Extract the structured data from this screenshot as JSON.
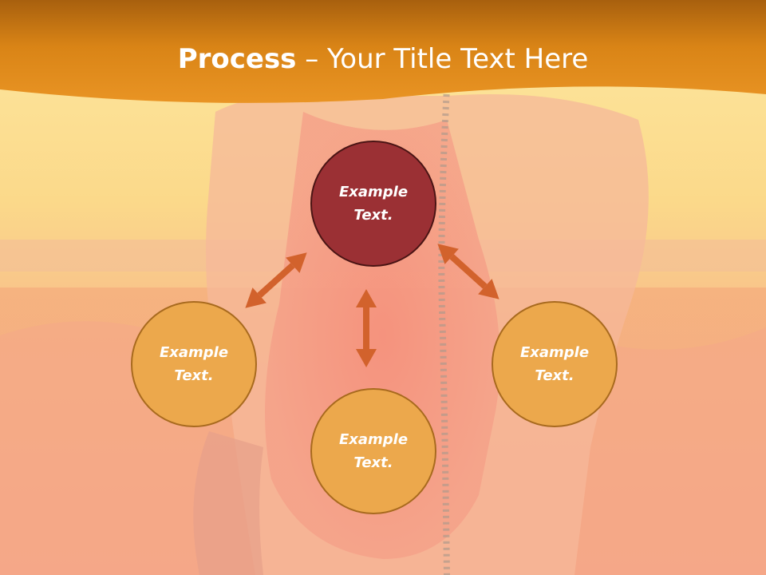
{
  "slide": {
    "title_bold": "Process",
    "title_rest": " – Your Title Text Here"
  },
  "diagram": {
    "nodes": {
      "top": {
        "line1": "Example",
        "line2": "Text."
      },
      "left": {
        "line1": "Example",
        "line2": "Text."
      },
      "right": {
        "line1": "Example",
        "line2": "Text."
      },
      "bottom": {
        "line1": "Example",
        "line2": "Text."
      }
    }
  },
  "colors": {
    "header_orange": "#e08a1e",
    "accent_node": "#9b3034",
    "node_fill": "#eca84c",
    "arrow": "#d2622c"
  }
}
